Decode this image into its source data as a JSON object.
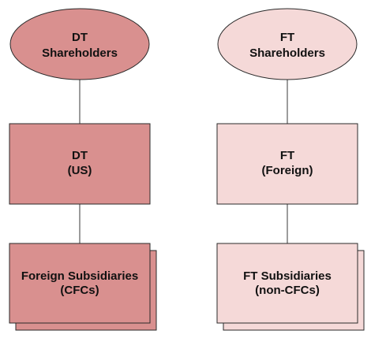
{
  "colors": {
    "dt_fill": "#d9908f",
    "ft_fill": "#f5d9d8",
    "stroke": "#2a2a2a",
    "connector": "#3a3a3a"
  },
  "dt": {
    "shareholders": {
      "line1": "DT",
      "line2": "Shareholders"
    },
    "company": {
      "line1": "DT",
      "line2": "(US)"
    },
    "subsidiaries": {
      "line1": "Foreign Subsidiaries",
      "line2": "(CFCs)"
    }
  },
  "ft": {
    "shareholders": {
      "line1": "FT",
      "line2": "Shareholders"
    },
    "company": {
      "line1": "FT",
      "line2": "(Foreign)"
    },
    "subsidiaries": {
      "line1": "FT Subsidiaries",
      "line2": "(non-CFCs)"
    }
  }
}
